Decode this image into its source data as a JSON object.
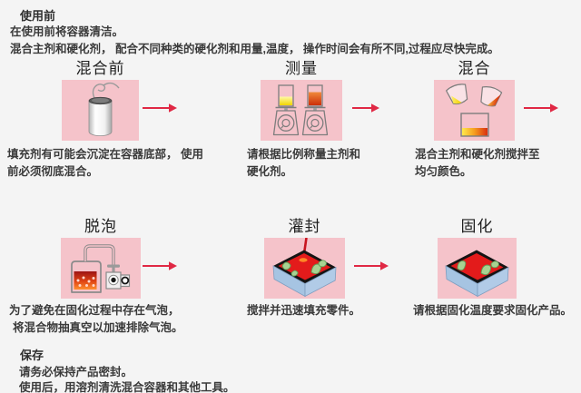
{
  "page": {
    "background_color": "#f4f4f4",
    "panel_pink": "#f5c3ca",
    "arrow_red": "#e02844"
  },
  "header": {
    "title": "使用前",
    "lines": [
      "在使用前将容器清洁。",
      "混合主剂和硬化剂， 配合不同种类的硬化剂和用量,温度， 操作时间会有所不同,过程应尽快完成。"
    ]
  },
  "steps": [
    {
      "title": "混合前",
      "icon": "paint-can-stir-icon",
      "caption_lines": [
        "填充剂有可能会沉淀在容器底部， 使用",
        "前必须彻底混合。"
      ]
    },
    {
      "title": "测量",
      "icon": "weighing-scales-icon",
      "caption_lines": [
        "请根据比例称量主剂和",
        "硬化剂。"
      ]
    },
    {
      "title": "混合",
      "icon": "mixing-cups-icon",
      "caption_lines": [
        "混合主剂和硬化剂搅拌至",
        "均匀颜色。"
      ]
    },
    {
      "title": "脱泡",
      "icon": "vacuum-degassing-icon",
      "caption_lines": [
        "为了避免在固化过程中存在气泡，",
        "将混合物抽真空以加速排除气泡。"
      ]
    },
    {
      "title": "灌封",
      "icon": "potting-pour-box-icon",
      "caption_lines": [
        "搅拌并迅速填充零件。"
      ]
    },
    {
      "title": "固化",
      "icon": "cured-box-icon",
      "caption_lines": [
        "请根据固化温度要求固化产品。"
      ]
    }
  ],
  "footer": {
    "title": "保存",
    "lines": [
      "请务必保持产品密封。",
      "使用后，用溶剂清洗混合容器和其他工具。"
    ]
  }
}
